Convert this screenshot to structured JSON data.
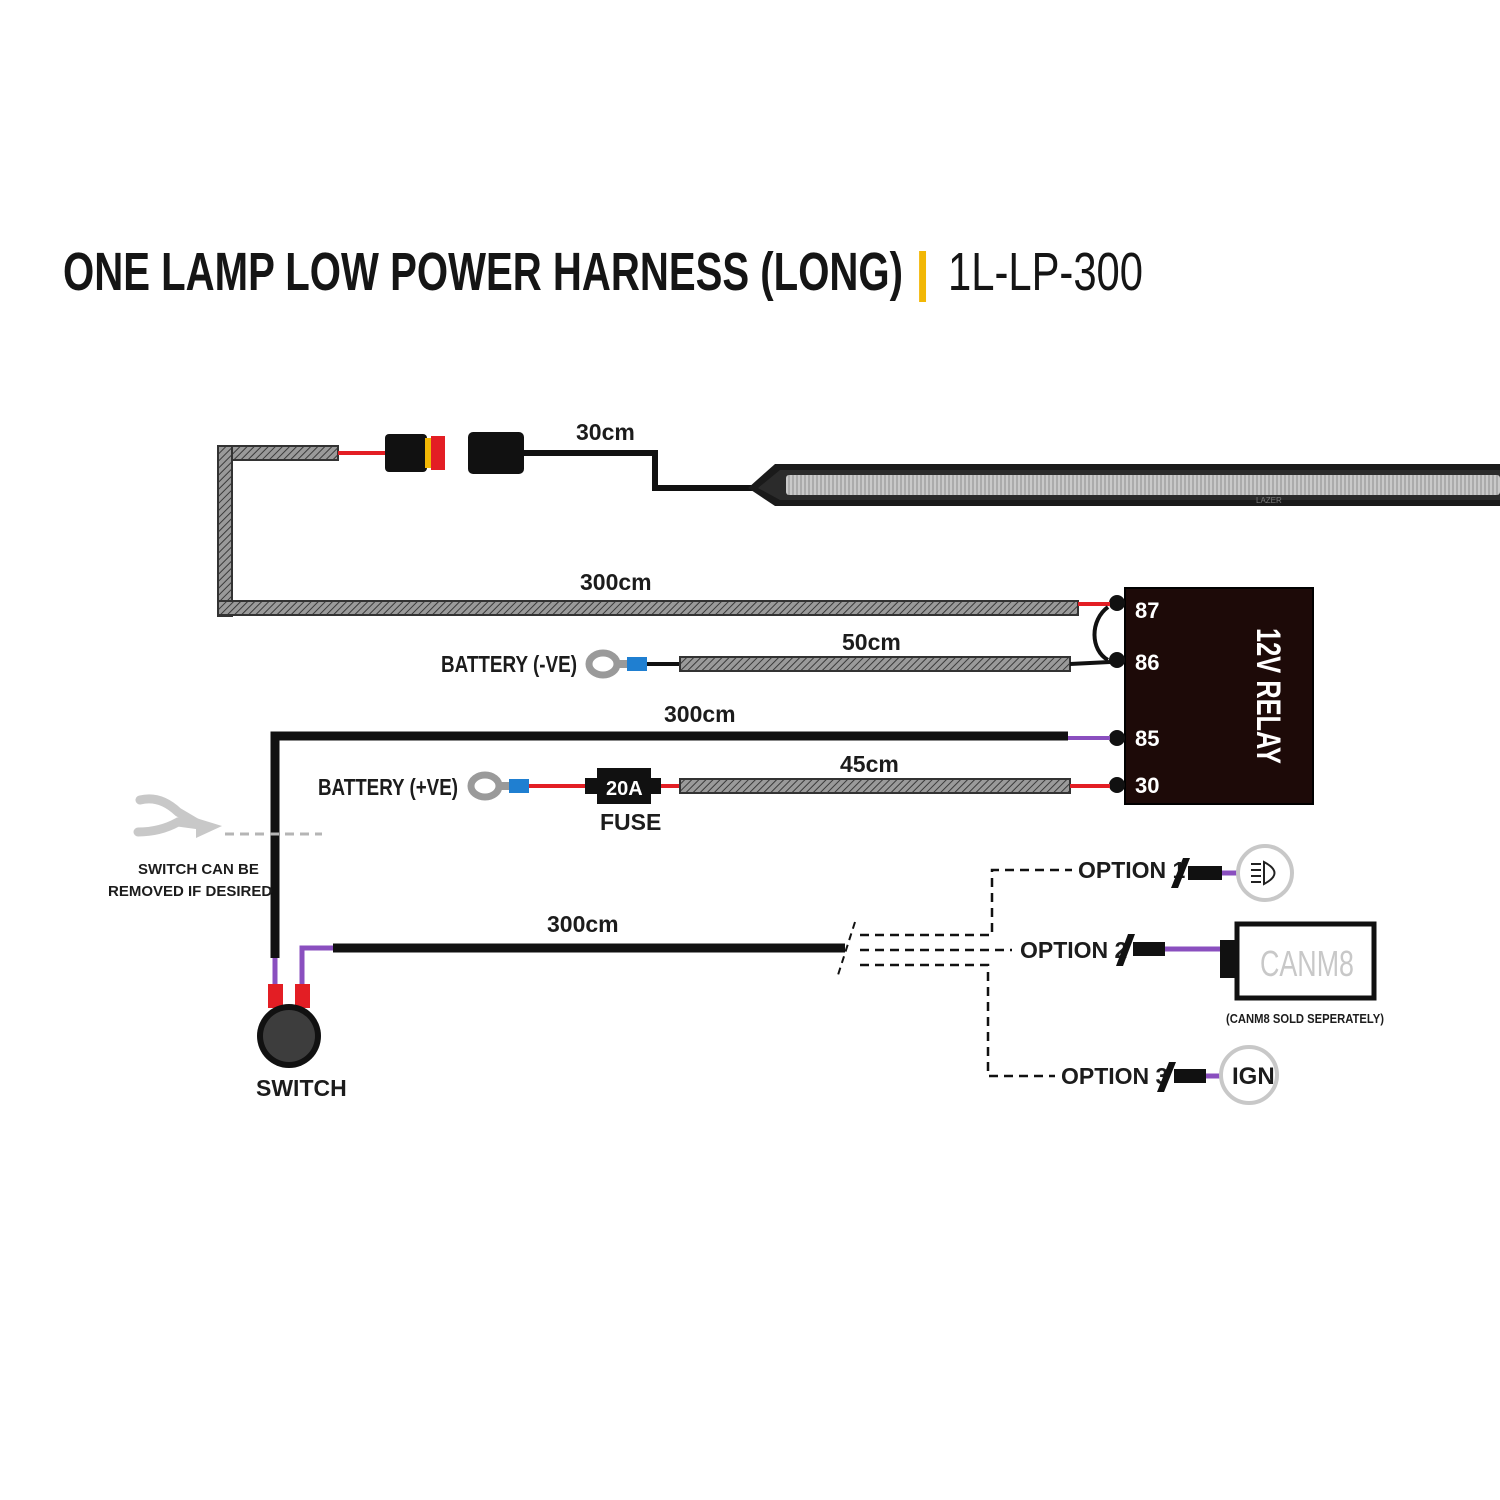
{
  "title": {
    "main": "ONE LAMP LOW POWER HARNESS (LONG)",
    "separator": "|",
    "code": "1L-LP-300"
  },
  "colors": {
    "wire_black": "#111111",
    "wire_red": "#e31e24",
    "wire_purple": "#8a4fbf",
    "wire_blue": "#1f7fd1",
    "accent_yellow": "#f2b705",
    "sleeve": "#8a8a8a",
    "relay_body": "#1d0a08"
  },
  "wires": {
    "lamp_lead": "30cm",
    "main_run": "300cm",
    "ground_lead": "50cm",
    "switch_feed": "300cm",
    "battery_positive_lead": "45cm",
    "trigger_lead": "300cm"
  },
  "relay": {
    "label": "12V RELAY",
    "pins": [
      "87",
      "86",
      "85",
      "30"
    ]
  },
  "components": {
    "battery_negative": "BATTERY (-VE)",
    "battery_positive": "BATTERY (+VE)",
    "fuse_rating": "20A",
    "fuse_label": "FUSE",
    "switch_label": "SWITCH",
    "switch_note_line1": "SWITCH CAN BE",
    "switch_note_line2": "REMOVED IF DESIRED",
    "lamp_brand": "LAZER"
  },
  "options": [
    {
      "label": "OPTION 1",
      "target_icon": "headlight-icon"
    },
    {
      "label": "OPTION 2",
      "target": "CANM8",
      "note": "(CANM8 SOLD SEPERATELY)"
    },
    {
      "label": "OPTION 3",
      "target": "IGN"
    }
  ]
}
